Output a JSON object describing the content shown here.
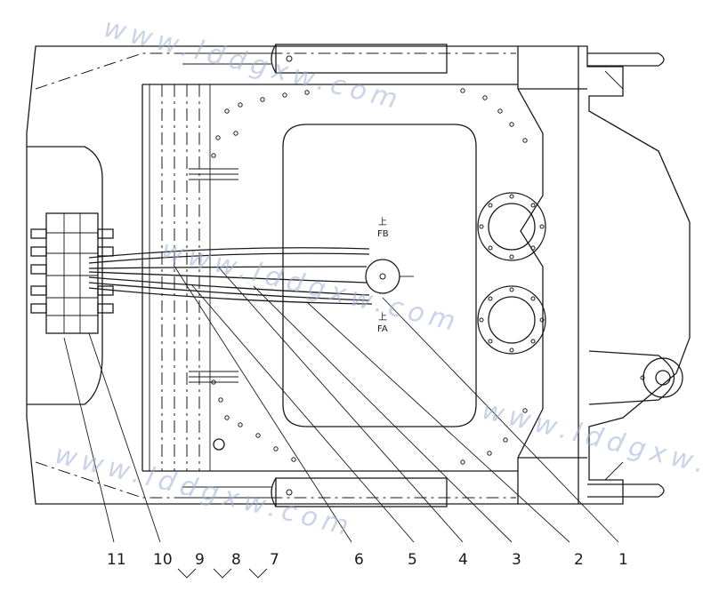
{
  "callouts": [
    {
      "label": "11"
    },
    {
      "label": "10"
    },
    {
      "label": "9"
    },
    {
      "label": "8"
    },
    {
      "label": "7"
    },
    {
      "label": "6"
    },
    {
      "label": "5"
    },
    {
      "label": "4"
    },
    {
      "label": "3"
    },
    {
      "label": "2"
    },
    {
      "label": "1"
    }
  ],
  "port_labels": {
    "top_char": "上",
    "top_code": "FB",
    "bottom_char": "上",
    "bottom_code": "FA"
  },
  "watermark": {
    "text_1": "www.lddgxw.com",
    "text_2": "www.lddgxw.com",
    "text_3": "www.lddgxw.com",
    "text_4": "www.lddgxw.com"
  },
  "colors": {
    "line": "#1a1a1a",
    "watermark": "#9fb2d6",
    "background": "#ffffff"
  }
}
